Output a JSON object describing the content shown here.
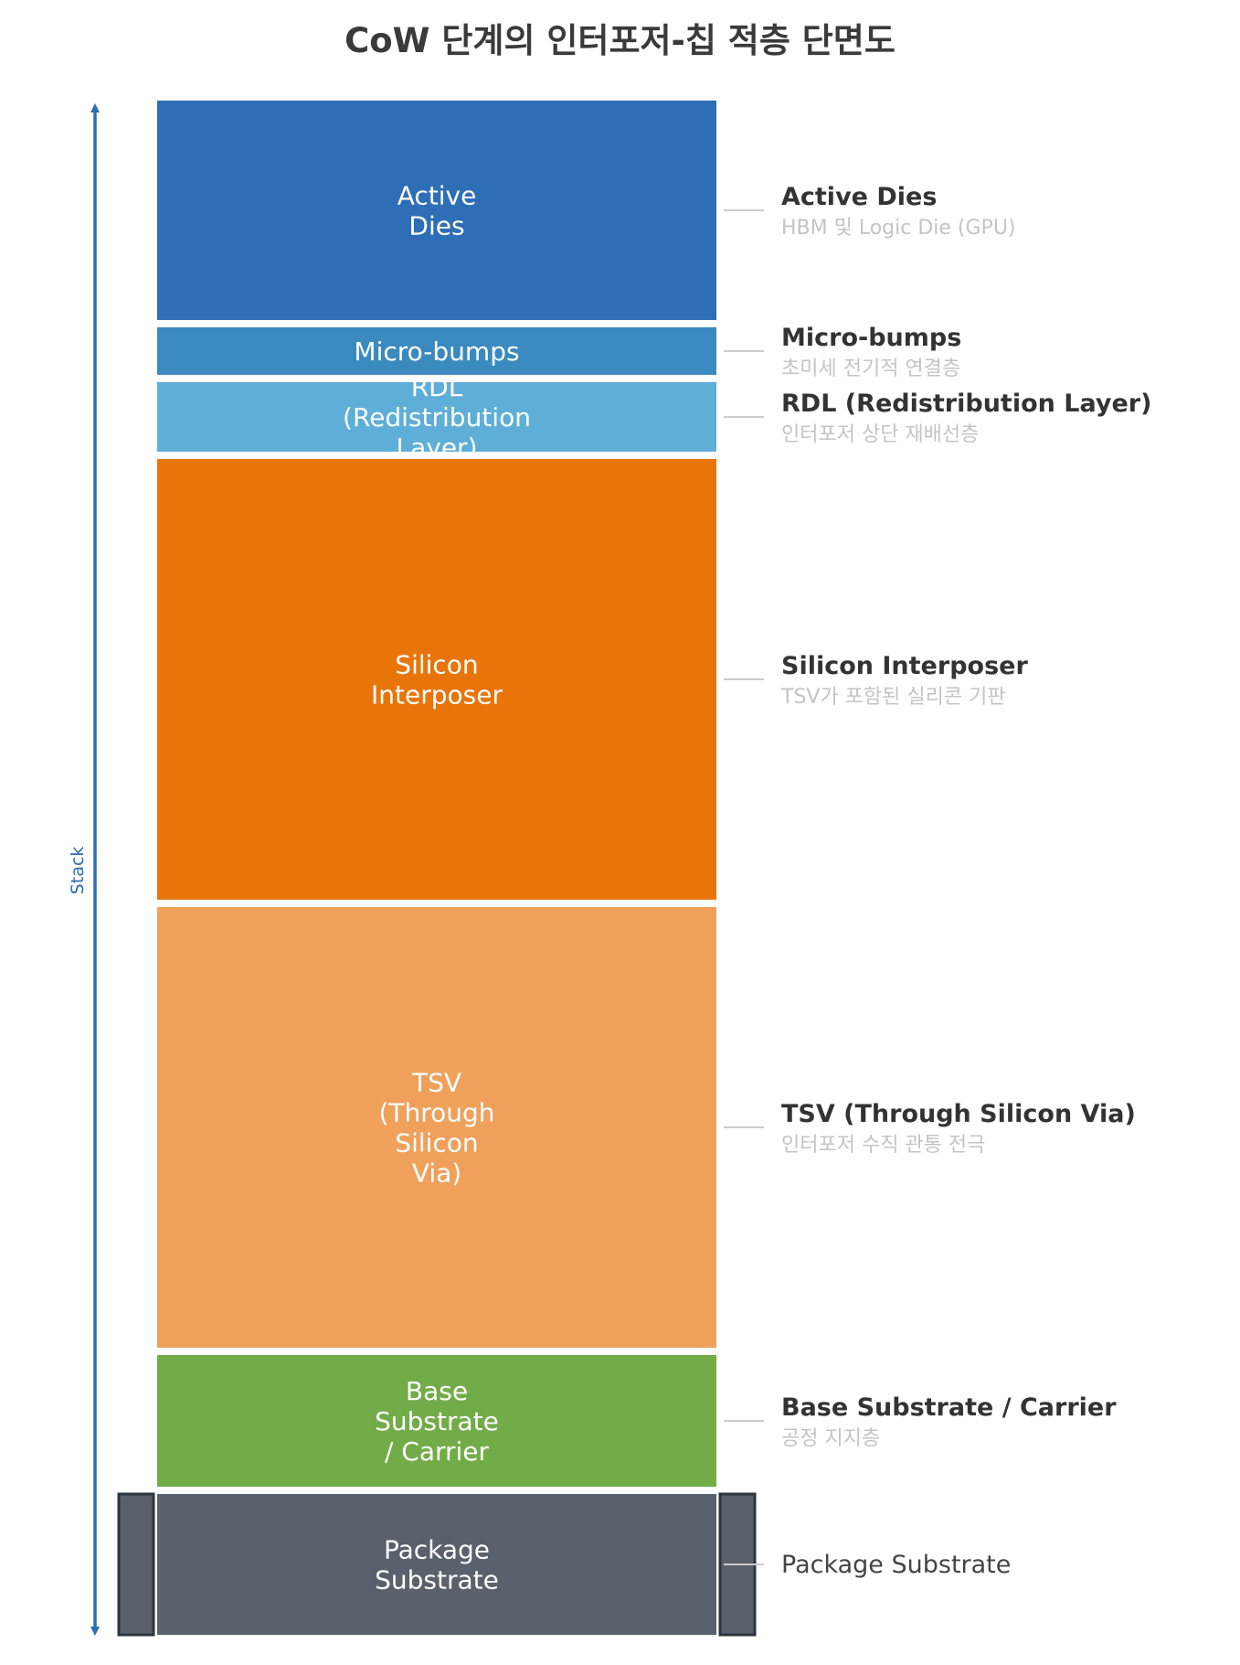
{
  "title": "CoW 단계의 인터포저-칩 적층 단면도",
  "axis": {
    "label": "Stack",
    "color": "#2e6db4"
  },
  "layers": [
    {
      "label": [
        "Active",
        "Dies"
      ],
      "color": "#2e6eb6",
      "annotation": {
        "title": "Active Dies",
        "desc": "HBM 및 Logic Die (GPU)",
        "bold": true
      }
    },
    {
      "label": [
        "Micro-bumps"
      ],
      "color": "#3b8abf",
      "annotation": {
        "title": "Micro-bumps",
        "desc": "초미세 전기적 연결층",
        "bold": true
      }
    },
    {
      "label": [
        "RDL",
        "(Redistribution",
        "Layer)"
      ],
      "color": "#5eaed8",
      "annotation": {
        "title": "RDL (Redistribution Layer)",
        "desc": "인터포저 상단 재배선층",
        "bold": true
      }
    },
    {
      "label": [
        "Silicon",
        "Interposer"
      ],
      "color": "#e8750a",
      "annotation": {
        "title": "Silicon Interposer",
        "desc": "TSV가 포함된 실리콘 기판",
        "bold": true
      }
    },
    {
      "label": [
        "TSV",
        "(Through",
        "Silicon",
        "Via)"
      ],
      "color": "#efa15c",
      "annotation": {
        "title": "TSV (Through Silicon Via)",
        "desc": "인터포저 수직 관통 전극",
        "bold": true
      }
    },
    {
      "label": [
        "Base",
        "Substrate",
        "/ Carrier"
      ],
      "color": "#72ac48",
      "annotation": {
        "title": "Base Substrate / Carrier",
        "desc": "공정 지지층",
        "bold": true
      }
    },
    {
      "label": [
        "Package",
        "Substrate"
      ],
      "color": "#59616d",
      "annotation": {
        "title": "Package Substrate",
        "desc": "",
        "bold": false
      }
    }
  ]
}
